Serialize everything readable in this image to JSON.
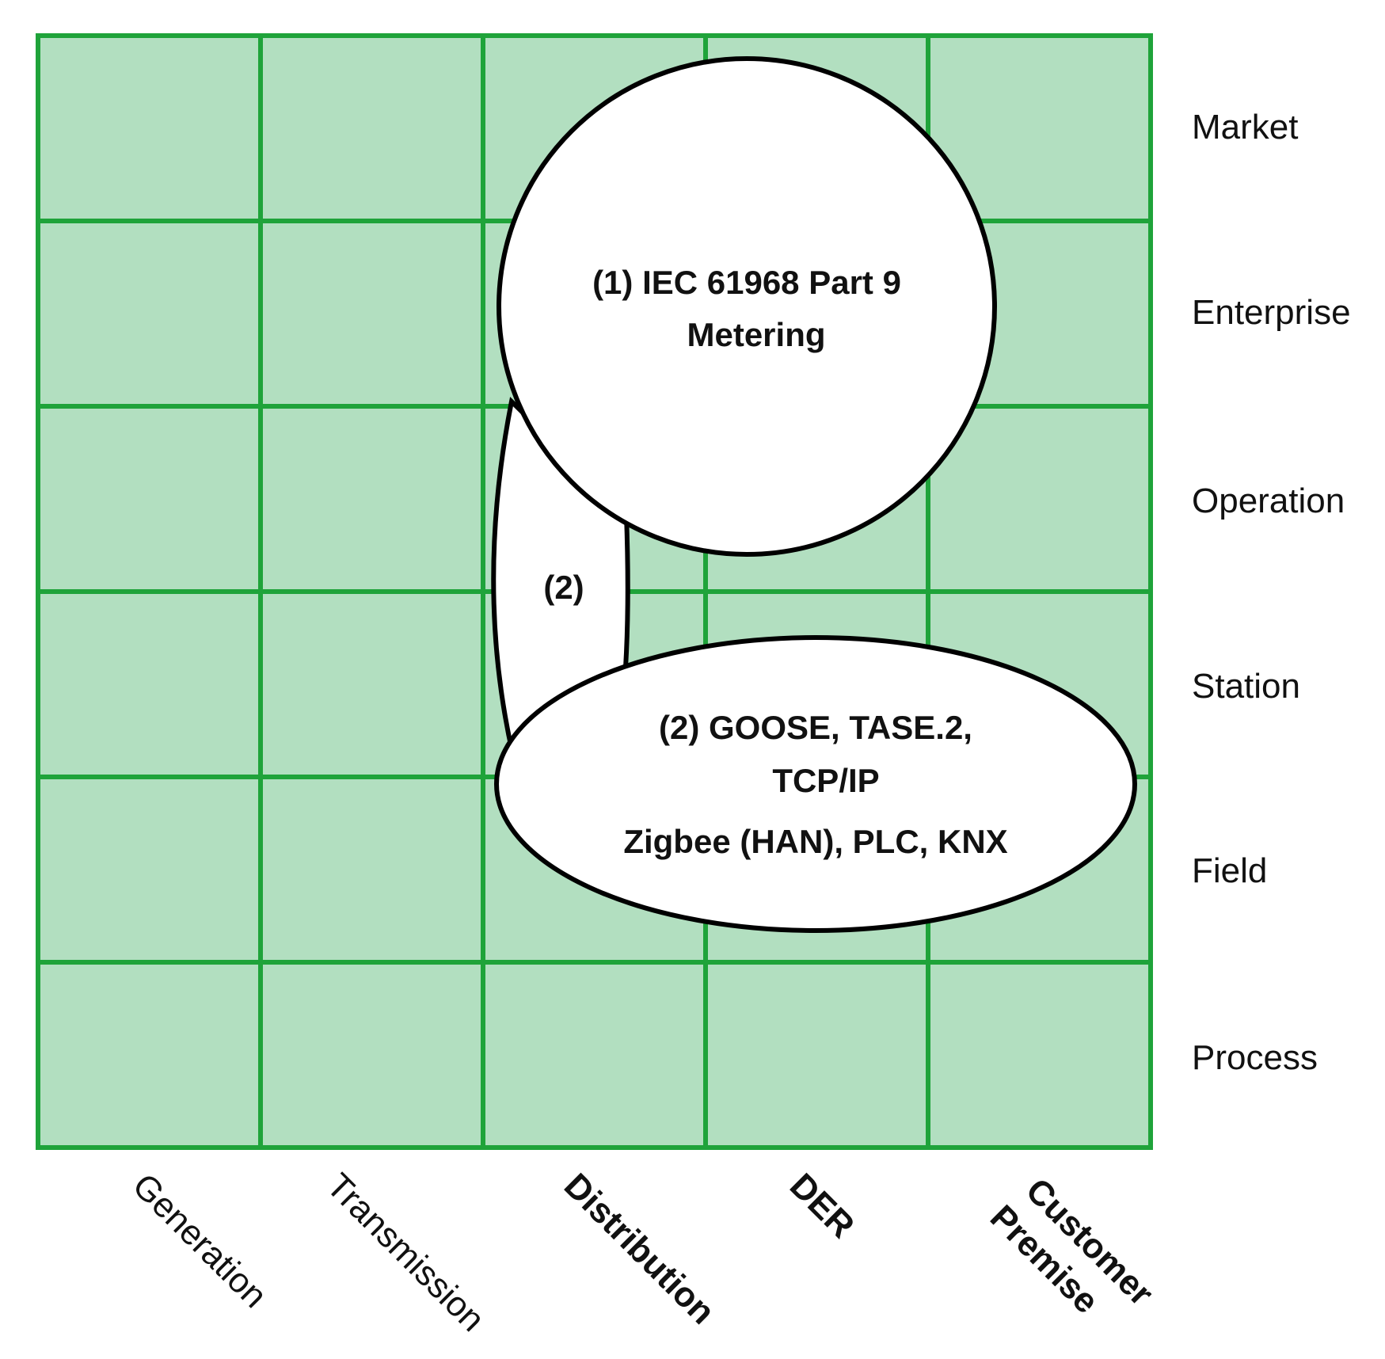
{
  "colors": {
    "cell_fill": "#b2dfc0",
    "grid_line": "#1fa33a",
    "shape_fill": "#ffffff",
    "shape_stroke": "#000000"
  },
  "zones": [
    "Market",
    "Enterprise",
    "Operation",
    "Station",
    "Field",
    "Process"
  ],
  "domains": [
    {
      "label": "Generation",
      "bold": false
    },
    {
      "label": "Transmission",
      "bold": false
    },
    {
      "label": "Distribution",
      "bold": true
    },
    {
      "label": "DER",
      "bold": true
    },
    {
      "label": "Customer Premise",
      "line1": "Customer",
      "line2": "Premise",
      "bold": true
    }
  ],
  "circle": {
    "line1": "(1) IEC 61968 Part 9",
    "line2": "Metering"
  },
  "connector": {
    "label": "(2)"
  },
  "ellipse": {
    "line1": "(2) GOOSE, TASE.2,",
    "line2": "TCP/IP",
    "line3": "Zigbee (HAN), PLC, KNX"
  }
}
